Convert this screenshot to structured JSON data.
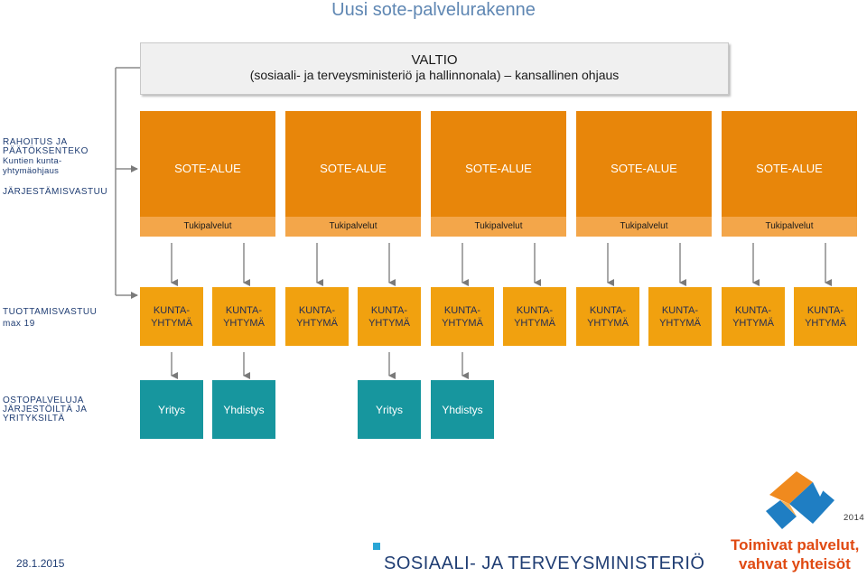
{
  "title": "Uusi sote-palvelurakenne",
  "state": {
    "line1": "VALTIO",
    "line2": "(sosiaali- ja terveysministeriö ja hallinnonala) – kansallinen ohjaus"
  },
  "labels": {
    "funding_line1": "RAHOITUS JA",
    "funding_line2": "PÄÄTÖKSENTEKO",
    "funding_sub1": "Kuntien kunta-",
    "funding_sub2": "yhtymäohjaus",
    "organizing": "JÄRJESTÄMISVASTUU",
    "production": "TUOTTAMISVASTUU",
    "production_sub": "max 19",
    "purchase_line1": "OSTOPALVELUJA",
    "purchase_line2": "JÄRJESTÖILTÄ JA",
    "purchase_line3": "YRITYKSILTÄ"
  },
  "sote_areas": [
    {
      "name": "SOTE-ALUE",
      "support": "Tukipalvelut"
    },
    {
      "name": "SOTE-ALUE",
      "support": "Tukipalvelut"
    },
    {
      "name": "SOTE-ALUE",
      "support": "Tukipalvelut"
    },
    {
      "name": "SOTE-ALUE",
      "support": "Tukipalvelut"
    },
    {
      "name": "SOTE-ALUE",
      "support": "Tukipalvelut"
    }
  ],
  "kuntayhtymat": [
    {
      "line1": "KUNTA-",
      "line2": "YHTYMÄ"
    },
    {
      "line1": "KUNTA-",
      "line2": "YHTYMÄ"
    },
    {
      "line1": "KUNTA-",
      "line2": "YHTYMÄ"
    },
    {
      "line1": "KUNTA-",
      "line2": "YHTYMÄ"
    },
    {
      "line1": "KUNTA-",
      "line2": "YHTYMÄ"
    },
    {
      "line1": "KUNTA-",
      "line2": "YHTYMÄ"
    },
    {
      "line1": "KUNTA-",
      "line2": "YHTYMÄ"
    },
    {
      "line1": "KUNTA-",
      "line2": "YHTYMÄ"
    },
    {
      "line1": "KUNTA-",
      "line2": "YHTYMÄ"
    },
    {
      "line1": "KUNTA-",
      "line2": "YHTYMÄ"
    }
  ],
  "private_providers": [
    "Yritys",
    "Yhdistys",
    "Yritys",
    "Yhdistys"
  ],
  "footer": {
    "date": "28.1.2015",
    "ministry": "SOSIAALI- JA TERVEYSMINISTERIÖ",
    "slogan_line1": "Toimivat palvelut,",
    "slogan_line2": "vahvat yhteisöt",
    "year": "2014"
  },
  "colors": {
    "sote": "#e8860a",
    "support": "#f3a64a",
    "kunta": "#f1a10f",
    "private": "#17969e",
    "label": "#1f3d73"
  }
}
